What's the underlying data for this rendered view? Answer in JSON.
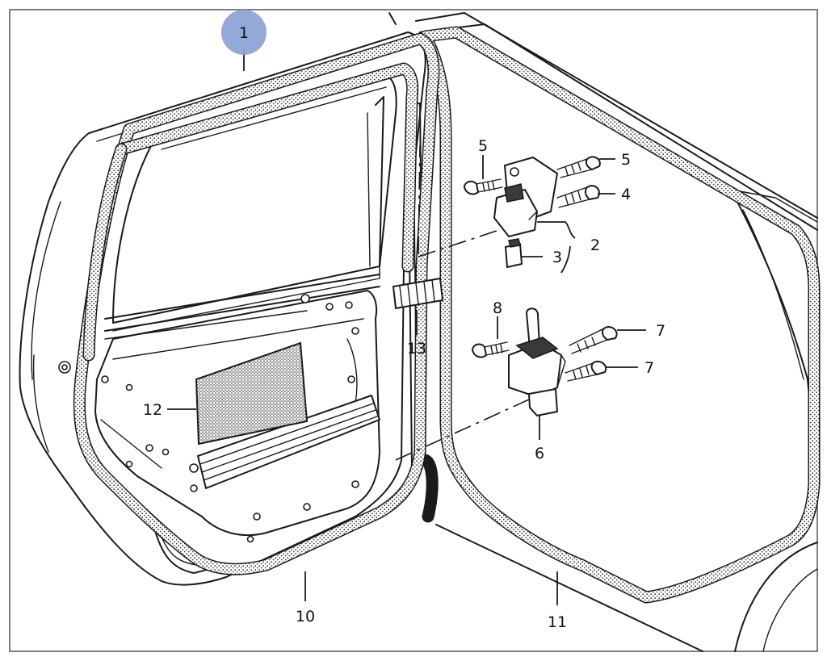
{
  "callouts": {
    "c1": "1",
    "c2": "2",
    "c3": "3",
    "c4": "4",
    "c5a": "5",
    "c5b": "5",
    "c6": "6",
    "c7a": "7",
    "c7b": "7",
    "c8": "8",
    "c10": "10",
    "c11": "11",
    "c12": "12",
    "c13": "13"
  },
  "colors": {
    "badge": "#8fa4d6",
    "line": "#1a1a1a",
    "background": "#ffffff"
  }
}
